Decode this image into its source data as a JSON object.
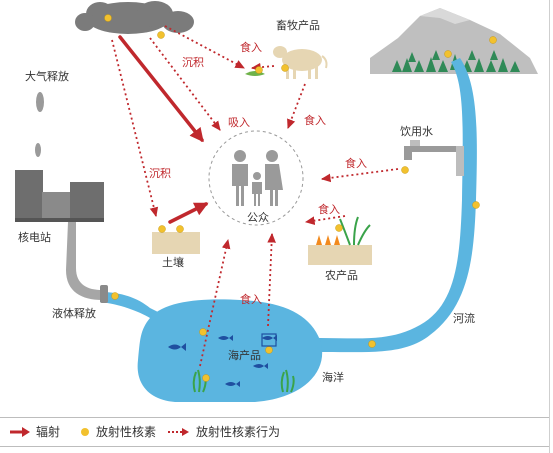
{
  "labels": {
    "atmos": "大气释放",
    "livestock": "畜牧产品",
    "water": "饮用水",
    "plant": "核电站",
    "soil": "土壤",
    "farm": "农产品",
    "liquid": "液体释放",
    "seafood": "海产品",
    "river": "河流",
    "ocean": "海洋",
    "public": "公众"
  },
  "actions": {
    "ingest": "食入",
    "deposit": "沉积",
    "inhale": "吸入"
  },
  "legend": {
    "radiation": "辐射",
    "nuclide": "放射性核素",
    "behavior": "放射性核素行为"
  },
  "colors": {
    "radiation": "#c0282d",
    "nuclide": "#f2c12e",
    "water": "#5bb5e0",
    "cloud": "#7b7b7b",
    "soil": "#e6d6b3"
  }
}
